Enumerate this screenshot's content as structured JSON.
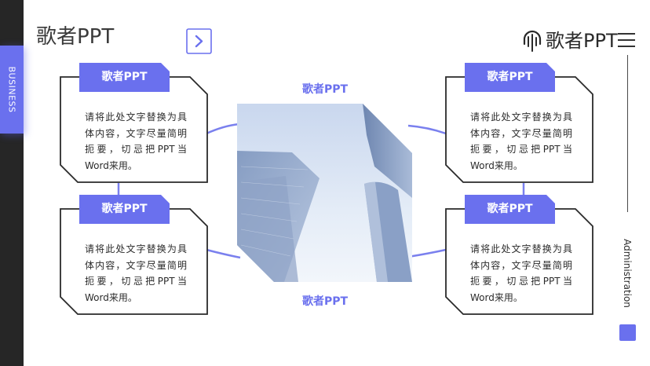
{
  "header": {
    "title": "歌者PPT",
    "brand": "歌者PPT"
  },
  "sidebar": {
    "tab_label": "BUSINESS"
  },
  "right_rail": {
    "label": "Administration"
  },
  "captions": {
    "top": "歌者PPT",
    "bottom": "歌者PPT"
  },
  "cards": [
    {
      "title": "歌者PPT",
      "body": "请将此处文字替换为具体内容，文字尽量简明扼要，切忌把PPT当Word来用。"
    },
    {
      "title": "歌者PPT",
      "body": "请将此处文字替换为具体内容，文字尽量简明扼要，切忌把PPT当Word来用。"
    },
    {
      "title": "歌者PPT",
      "body": "请将此处文字替换为具体内容，文字尽量简明扼要，切忌把PPT当Word来用。"
    },
    {
      "title": "歌者PPT",
      "body": "请将此处文字替换为具体内容，文字尽量简明扼要，切忌把PPT当Word来用。"
    }
  ],
  "colors": {
    "accent": "#6a70ee",
    "sidebar": "#262626",
    "border": "#2a2a2a",
    "connector": "#7a80ee"
  },
  "icons": {
    "next": "chevron-right-icon",
    "brand": "waveform-logo-icon",
    "menu": "hamburger-menu-icon"
  }
}
